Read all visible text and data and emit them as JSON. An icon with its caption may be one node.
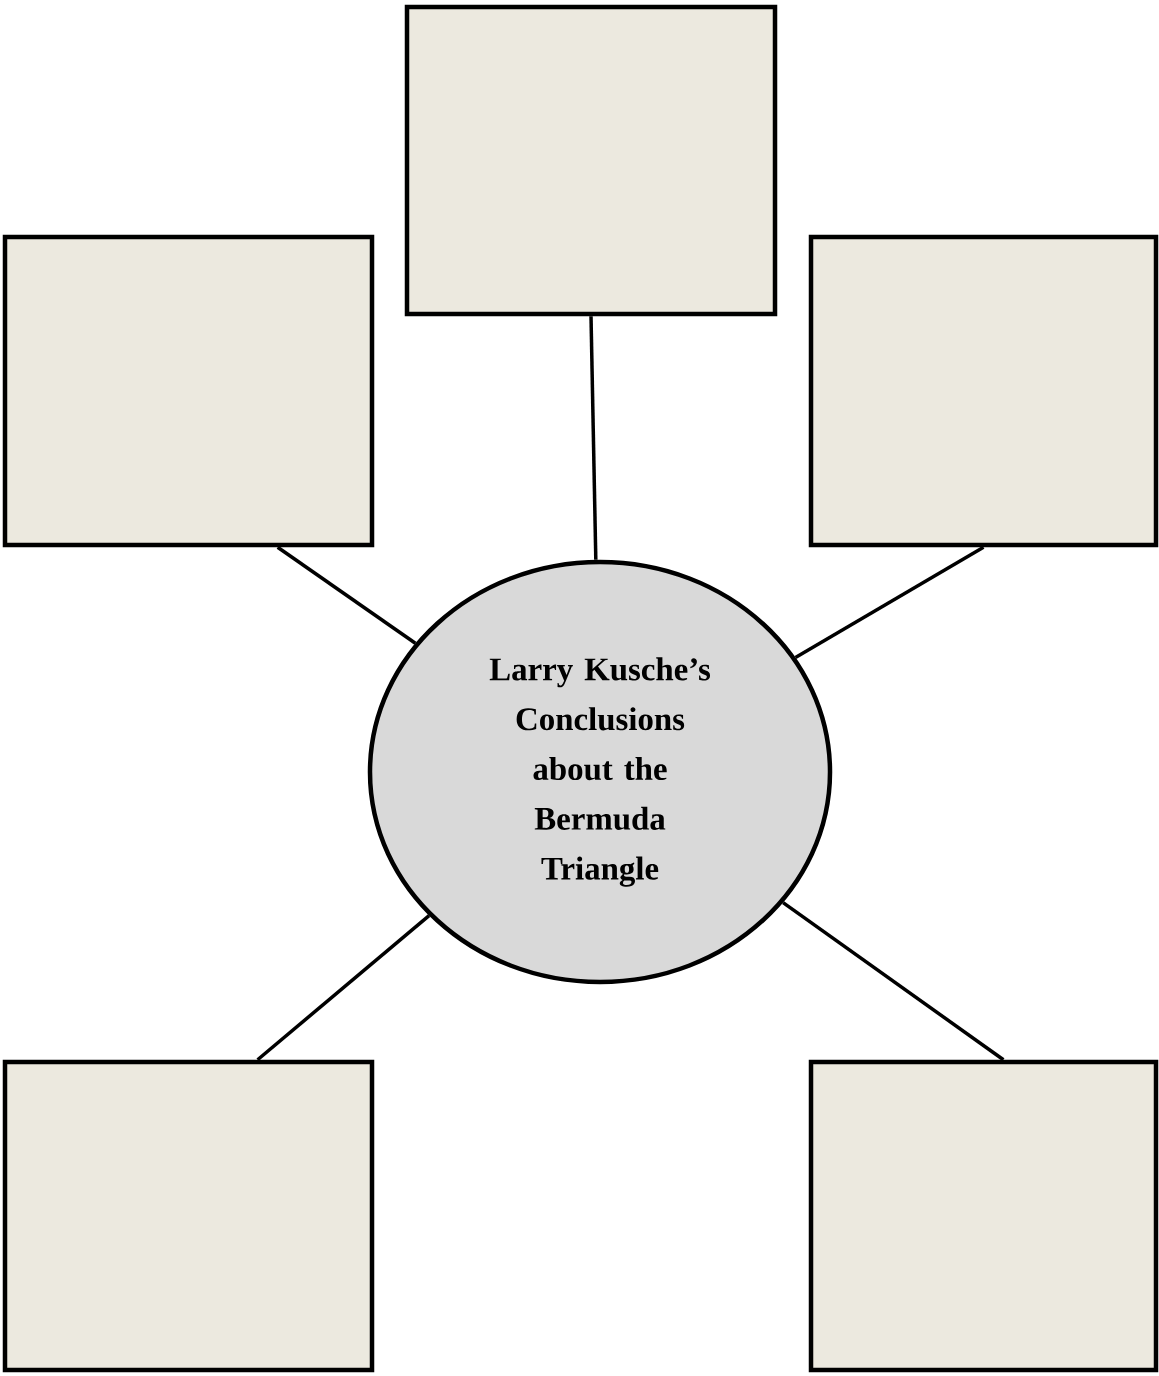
{
  "diagram": {
    "nodes": [
      {
        "text": [
          "Larry Kusche’s Conclusions about the Bermuda Triangle"
        ]
      },
      {
        "text": [],
        "shape": "box"
      },
      {
        "text": [],
        "shape": "box"
      },
      {
        "text": [],
        "shape": "box"
      },
      {
        "text": [],
        "shape": "box"
      },
      {
        "text": [],
        "shape": "box"
      }
    ],
    "edges": [
      {
        "from": 0,
        "to": 1,
        "arrow": "none"
      },
      {
        "from": 0,
        "to": 2,
        "arrow": "none"
      },
      {
        "from": 0,
        "to": 3,
        "arrow": "none"
      },
      {
        "from": 0,
        "to": 4,
        "arrow": "none"
      },
      {
        "from": 0,
        "to": 5,
        "arrow": "none"
      }
    ]
  }
}
